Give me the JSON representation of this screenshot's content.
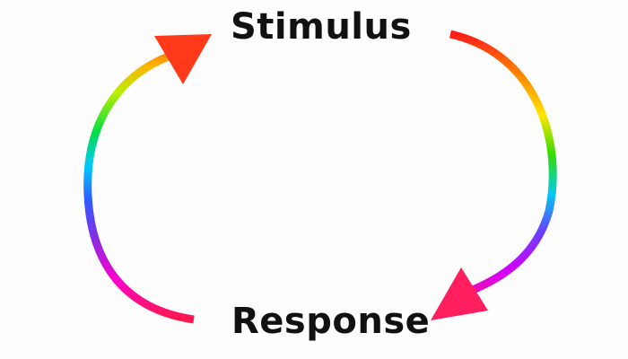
{
  "diagram": {
    "nodes": [
      {
        "id": "stimulus",
        "label": "Stimulus"
      },
      {
        "id": "response",
        "label": "Response"
      }
    ],
    "edges": [
      {
        "from": "stimulus",
        "to": "response",
        "side": "right"
      },
      {
        "from": "response",
        "to": "stimulus",
        "side": "left"
      }
    ],
    "arrow_gradient": [
      "#ff0000",
      "#ff8c00",
      "#ffff00",
      "#00dd00",
      "#00ccff",
      "#6a3dff",
      "#ff00ff",
      "#ff1a4b"
    ]
  }
}
